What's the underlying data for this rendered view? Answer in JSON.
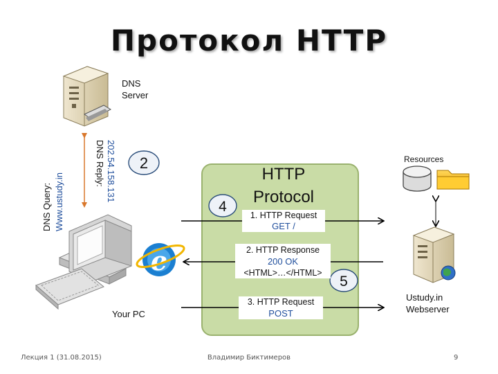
{
  "title": "Протокол HTTP",
  "dns_server_label": [
    "DNS",
    "Server"
  ],
  "dns_reply": {
    "label": "DNS Reply:",
    "ip": "202.54.158.131"
  },
  "dns_query": {
    "label": "DNS Query:",
    "host": "Www.ustudy.in"
  },
  "steps": {
    "s2": "2",
    "s4": "4",
    "s5": "5"
  },
  "protocol": {
    "line1": "HTTP",
    "line2": "Protocol"
  },
  "msg1": {
    "title": "1. HTTP Request",
    "body": "GET /"
  },
  "msg2": {
    "title": "2. HTTP Response",
    "body1": "200 OK",
    "body2": "<HTML>…</HTML>"
  },
  "msg3": {
    "title": "3. HTTP Request",
    "body": "POST"
  },
  "resources_label": "Resources",
  "webserver_label": [
    "Ustudy.in",
    "Webserver"
  ],
  "pc_label": "Your PC",
  "footer": {
    "left": "Лекция 1 (31.08.2015)",
    "center": "Владимир Биктимеров",
    "right": "9"
  },
  "colors": {
    "protocol_fill": "#c9dca6",
    "protocol_stroke": "#9ab26e",
    "label_blue": "#1f4e9c",
    "arrow_orange": "#d9772b"
  }
}
